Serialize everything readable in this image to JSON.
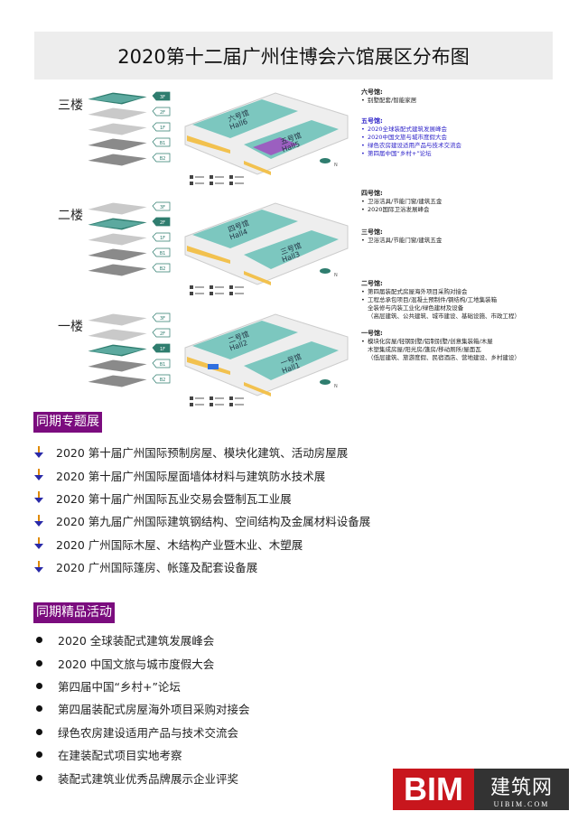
{
  "title": "2020第十二届广州住博会六馆展区分布图",
  "floors": [
    {
      "label": "三楼",
      "active": "3F",
      "halls": [
        {
          "cn": "六号馆",
          "en": "Hall6"
        },
        {
          "cn": "五号馆",
          "en": "Hall5"
        }
      ]
    },
    {
      "label": "二楼",
      "active": "2F",
      "halls": [
        {
          "cn": "四号馆",
          "en": "Hall4"
        },
        {
          "cn": "三号馆",
          "en": "Hall3"
        }
      ]
    },
    {
      "label": "一楼",
      "active": "1F",
      "halls": [
        {
          "cn": "二号馆",
          "en": "Hall2"
        },
        {
          "cn": "一号馆",
          "en": "Hall1"
        }
      ]
    }
  ],
  "levels": [
    "3F",
    "2F",
    "1F",
    "B1",
    "B2"
  ],
  "colors": {
    "hall": "#7cc7bf",
    "accent": "#2f7d6f",
    "purple": "#7b0c7e",
    "blue": "#2a1fc8"
  },
  "notes": {
    "h6": {
      "title": "六号馆:",
      "items": [
        "别墅配套/智能家居"
      ]
    },
    "h5": {
      "title": "五号馆:",
      "items": [
        "2020全球装配式建筑发展峰会",
        "2020中国文旅与城市度假大会",
        "绿色农房建设适用产品与技术交流会",
        "第四届中国“乡村+”论坛"
      ]
    },
    "h4": {
      "title": "四号馆:",
      "items": [
        "卫浴洁具/节能门窗/建筑五金",
        "2020国际卫浴发展峰会"
      ]
    },
    "h3": {
      "title": "三号馆:",
      "items": [
        "卫浴洁具/节能门窗/建筑五金"
      ]
    },
    "h2": {
      "title": "二号馆:",
      "items": [
        "第四届装配式房屋海外项目采购对接会",
        "工程总承包项目/混凝土预制件/钢结构/工地集装箱"
      ],
      "sub": [
        "全装修与内装工业化/绿色建材及设备",
        "（高层建筑、公共建筑、城市建设、基础设施、市政工程）"
      ]
    },
    "h1": {
      "title": "一号馆:",
      "items": [
        "模块化房屋/轻钢别墅/铝制别墅/创意集装箱/木屋"
      ],
      "sub": [
        "木塑集成房屋/阳光房/篷房/移动厕所/屋面瓦",
        "（低层建筑、旅游度假、民宿酒店、营地建设、乡村建设）"
      ]
    }
  },
  "section1": {
    "title": "同期专题展",
    "items": [
      "2020 第十届广州国际预制房屋、模块化建筑、活动房屋展",
      "2020 第十届广州国际屋面墙体材料与建筑防水技术展",
      "2020 第十届广州国际瓦业交易会暨制瓦工业展",
      "2020 第九届广州国际建筑钢结构、空间结构及金属材料设备展",
      "2020 广州国际木屋、木结构产业暨木业、木塑展",
      "2020 广州国际篷房、帐篷及配套设备展"
    ]
  },
  "section2": {
    "title": "同期精品活动",
    "items": [
      "2020 全球装配式建筑发展峰会",
      "2020 中国文旅与城市度假大会",
      "第四届中国“乡村+”论坛",
      "第四届装配式房屋海外项目采购对接会",
      "绿色农房建设适用产品与技术交流会",
      "在建装配式项目实地考察",
      "装配式建筑业优秀品牌展示企业评奖"
    ]
  },
  "logo": {
    "mark": "BIM",
    "cn": "建筑网",
    "en": "UIBIM.COM"
  }
}
